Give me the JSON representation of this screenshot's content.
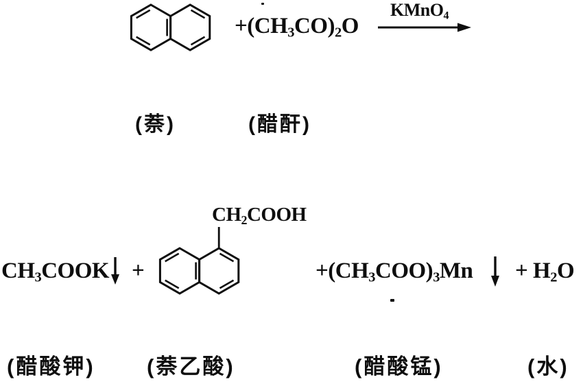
{
  "colors": {
    "ink": "#0e0e0e",
    "background": "#ffffff"
  },
  "symbols": {
    "precipitate_arrow": "↓",
    "reaction_arrow": "→",
    "plus": "+"
  },
  "structures": {
    "reactant_ring": "naphthalene",
    "product_ring": "1-naphthaleneacetic acid"
  },
  "equation": {
    "anhydride": [
      {
        "t": "+("
      },
      {
        "t": "CH"
      },
      {
        "t": "3",
        "sub": true
      },
      {
        "t": "CO)"
      },
      {
        "t": "2",
        "sub": true
      },
      {
        "t": "O"
      }
    ],
    "catalyst": [
      {
        "t": "KMnO"
      },
      {
        "t": "4",
        "sub": true
      }
    ],
    "potassium_acetate": [
      {
        "t": "CH"
      },
      {
        "t": "3",
        "sub": true
      },
      {
        "t": "COOK"
      }
    ],
    "plus_after_precipitate": "+",
    "side_chain": [
      {
        "t": "CH"
      },
      {
        "t": "2",
        "sub": true
      },
      {
        "t": "COOH"
      }
    ],
    "manganese_acetate": [
      {
        "t": "+("
      },
      {
        "t": "CH"
      },
      {
        "t": "3",
        "sub": true
      },
      {
        "t": "COO)"
      },
      {
        "t": "3",
        "sub": true
      },
      {
        "t": "Mn"
      }
    ],
    "plus_water": [
      {
        "t": "+ H"
      },
      {
        "t": "2",
        "sub": true
      },
      {
        "t": "O"
      }
    ]
  },
  "labels": {
    "naphthalene": "(萘)",
    "acetic_anhydride": "(醋酐)",
    "potassium_acetate": "(醋酸钾)",
    "naphthaleneacetic_acid": "(萘乙酸)",
    "manganese_acetate": "(醋酸锰)",
    "water": "(水)"
  }
}
